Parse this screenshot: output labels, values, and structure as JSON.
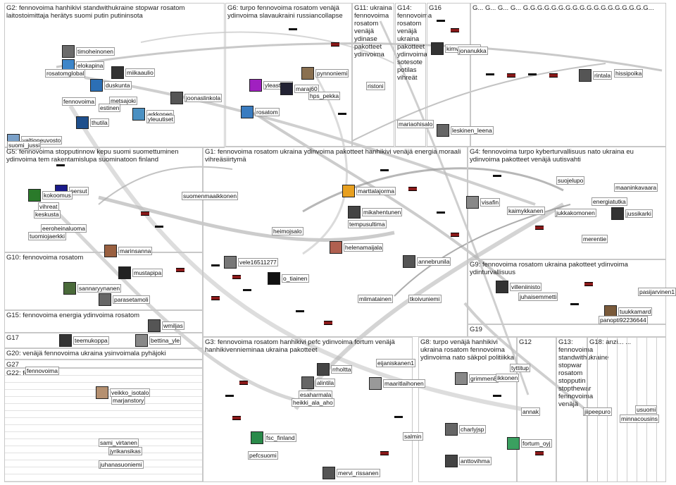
{
  "groups": [
    {
      "id": "g2",
      "title": "G2: fennovoima hanhikivi standwithukraine stopwar rosatom laitostoimittaja herätys suomi putin putininsota"
    },
    {
      "id": "g6",
      "title": "G6: turpo fennovoima rosatom venäjä ydinvoima slavaukraini russiancollapse"
    },
    {
      "id": "g11",
      "title": "G11: ukraina fennovoima rosatom venäjä ydinase pakotteet ydinvoima"
    },
    {
      "id": "g14",
      "title": "G14: fennovoima rosatom venäjä ukraina pakotteet ydinvoima sotesote potilas vihreät"
    },
    {
      "id": "g16",
      "title": "G16"
    },
    {
      "id": "g5",
      "title": "G5: fennovoima stopputinnow kepu suomi suomettuminen ydinvoima tem rakentamislupa suominatoon finland"
    },
    {
      "id": "g1",
      "title": "G1: fennovoima rosatom ukraina ydinvoima pakotteet hanhikivi venäjä energia moraali vihreäsiirtymä"
    },
    {
      "id": "g4",
      "title": "G4: fennovoima turpo kyberturvallisuus nato ukraina eu ydinvoima pakotteet venäjä uutisvahti"
    },
    {
      "id": "g10",
      "title": "G10: fennovoima rosatom"
    },
    {
      "id": "g9",
      "title": "G9: fennovoima rosatom ukraina pakotteet ydinvoima ydinturvallisuus"
    },
    {
      "id": "g19",
      "title": "G19"
    },
    {
      "id": "g15",
      "title": "G15: fennovoima energia ydinvoima rosatom"
    },
    {
      "id": "g17",
      "title": "G17"
    },
    {
      "id": "g20",
      "title": "G20: venäjä fennovoima ukraina ysinvoimala pyhäjoki"
    },
    {
      "id": "g27",
      "title": "G27"
    },
    {
      "id": "g22",
      "title": "G22: fennovoima"
    },
    {
      "id": "g3",
      "title": "G3: fennovoima rosatom hanhikivi pefc ydinvoima fortum venäjä hanhikivennieminaa ukraina pakotteet"
    },
    {
      "id": "g8",
      "title": "G8: turpo venäjä hanhikivi ukraina rosatom fennovoima ydinvoima nato säkpol politiikka"
    },
    {
      "id": "g12",
      "title": "G12"
    },
    {
      "id": "g13",
      "title": "G13: fennovoima standwithukraine stopwar rosatom stopputin stopthewar fennovoima venäjä"
    },
    {
      "id": "g18",
      "title": "G18: anzi... ..."
    },
    {
      "id": "gmisc",
      "title": "G... G... G... G... G.G.G.G.G.G.G.G.G.G.G.G.G.G.G.G.G.G..."
    }
  ],
  "nodes": [
    {
      "label": "timoheinonen"
    },
    {
      "label": "elokapina"
    },
    {
      "label": "rosatomglobal"
    },
    {
      "label": "miikaaulio"
    },
    {
      "label": "duskunta"
    },
    {
      "label": "metsajoki"
    },
    {
      "label": "estinen"
    },
    {
      "label": "fennovoima"
    },
    {
      "label": "joonaslinkola"
    },
    {
      "label": "thutila"
    },
    {
      "label": "arkkonen"
    },
    {
      "label": "yleuutiset"
    },
    {
      "label": "valtioneuvosto"
    },
    {
      "label": "suomi_jussi"
    },
    {
      "label": "pynnoniemi"
    },
    {
      "label": "yleastudio"
    },
    {
      "label": "maraj60"
    },
    {
      "label": "hps_pekka"
    },
    {
      "label": "rosatom"
    },
    {
      "label": "ristoni"
    },
    {
      "label": "mariaohisalo"
    },
    {
      "label": "kimvaisanen"
    },
    {
      "label": "leskinen_leena"
    },
    {
      "label": "jonanukka"
    },
    {
      "label": "rintala"
    },
    {
      "label": "hissipoika"
    },
    {
      "label": "persut"
    },
    {
      "label": "vihreat"
    },
    {
      "label": "keskusta"
    },
    {
      "label": "kokoomus"
    },
    {
      "label": "eeroheinaluoma"
    },
    {
      "label": "tuomiojaerkki"
    },
    {
      "label": "suomenmaaikkonen"
    },
    {
      "label": "marttalajorma"
    },
    {
      "label": "mikahentunen"
    },
    {
      "label": "tempusultima"
    },
    {
      "label": "heimojsalo"
    },
    {
      "label": "helenamaijala"
    },
    {
      "label": "vele16511277"
    },
    {
      "label": "o_tiainen"
    },
    {
      "label": "annebrunila"
    },
    {
      "label": "mlimatainen"
    },
    {
      "label": "tkoivuniemi"
    },
    {
      "label": "visafin"
    },
    {
      "label": "kaimykkanen"
    },
    {
      "label": "energiatutka"
    },
    {
      "label": "jussikarki"
    },
    {
      "label": "maaninkavaara"
    },
    {
      "label": "merentie"
    },
    {
      "label": "suojelupo"
    },
    {
      "label": "jukkakomonen"
    },
    {
      "label": "marinsanna"
    },
    {
      "label": "mustapipa"
    },
    {
      "label": "sannaryynanen"
    },
    {
      "label": "parasetamoli"
    },
    {
      "label": "villeniinisto"
    },
    {
      "label": "juhaisemmetti"
    },
    {
      "label": "tuukkamard"
    },
    {
      "label": "panopti92236644"
    },
    {
      "label": "pasijarvinen1"
    },
    {
      "label": "wmiljas"
    },
    {
      "label": "teemukoppa"
    },
    {
      "label": "bettina_yle"
    },
    {
      "label": "fennovoima"
    },
    {
      "label": "veikko_isotalo"
    },
    {
      "label": "marjanstory"
    },
    {
      "label": "sami_virtanen"
    },
    {
      "label": "jyrikansikas"
    },
    {
      "label": "juhanasuoniemi"
    },
    {
      "label": "eijaniskanen1"
    },
    {
      "label": "rrholtta"
    },
    {
      "label": "alintila"
    },
    {
      "label": "esaharmala"
    },
    {
      "label": "heikki_ala_aho"
    },
    {
      "label": "fsc_finland"
    },
    {
      "label": "pefcsuomi"
    },
    {
      "label": "maaritlaihonen"
    },
    {
      "label": "mervi_rissanen"
    },
    {
      "label": "grimmen8"
    },
    {
      "label": "ikkonen"
    },
    {
      "label": "tyttitup"
    },
    {
      "label": "charlyjsp"
    },
    {
      "label": "anttovihma"
    },
    {
      "label": "fortum_oyj"
    },
    {
      "label": "annak"
    },
    {
      "label": "jiipeepuro"
    },
    {
      "label": "minnacousins"
    },
    {
      "label": "usuomi"
    },
    {
      "label": "salmin"
    }
  ]
}
